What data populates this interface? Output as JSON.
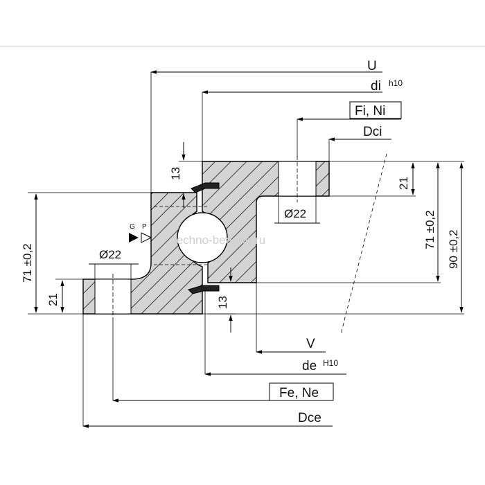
{
  "drawing": {
    "labels": {
      "U": "U",
      "di": "di",
      "di_tol": "h10",
      "fi_ni": "Fi, Ni",
      "dci": "Dci",
      "v": "V",
      "de": "de",
      "de_tol": "H10",
      "fe_ne": "Fe, Ne",
      "dce": "Dce"
    },
    "dimensions": {
      "hole_inner": "Ø22",
      "hole_outer": "Ø22",
      "flange_inner": "21",
      "flange_outer": "21",
      "height_inner": "71 ±0,2",
      "height_total": "90 ±0,2",
      "height_outer": "71 ±0,2",
      "gap_top": "13",
      "gap_bottom": "13"
    },
    "lube": {
      "g": "G",
      "p": "P"
    },
    "watermark": "techno-bearing.ru",
    "colors": {
      "line": "#000000",
      "hatch_bg": "#d4d4d4",
      "seal": "#222222"
    }
  }
}
